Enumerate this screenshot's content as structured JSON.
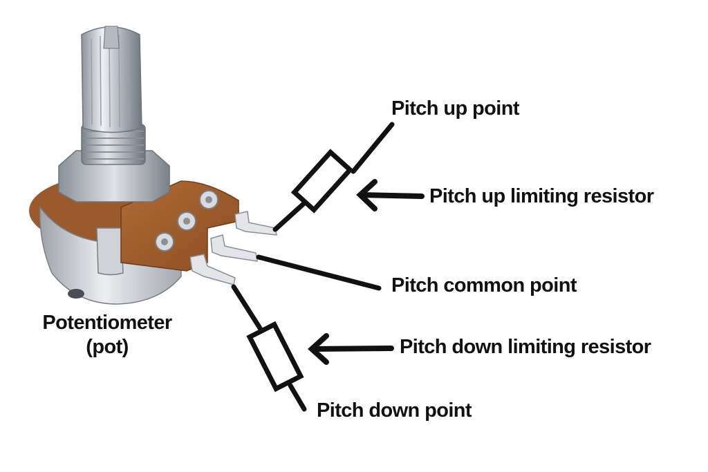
{
  "labels": {
    "pitch_up_point": "Pitch up point",
    "pitch_up_limiting_resistor": "Pitch up limiting resistor",
    "pitch_common_point": "Pitch common point",
    "pitch_down_limiting_resistor": "Pitch down limiting resistor",
    "pitch_down_point": "Pitch down point",
    "potentiometer_line1": "Potentiometer",
    "potentiometer_line2": "(pot)"
  },
  "colors": {
    "background": "#ffffff",
    "ink": "#111111",
    "metal_light": "#e4e6ea",
    "metal_mid": "#aeb3ba",
    "metal_dark": "#6f757d",
    "pcb_brown": "#9a5a2c",
    "pcb_dark": "#6e3c18"
  }
}
